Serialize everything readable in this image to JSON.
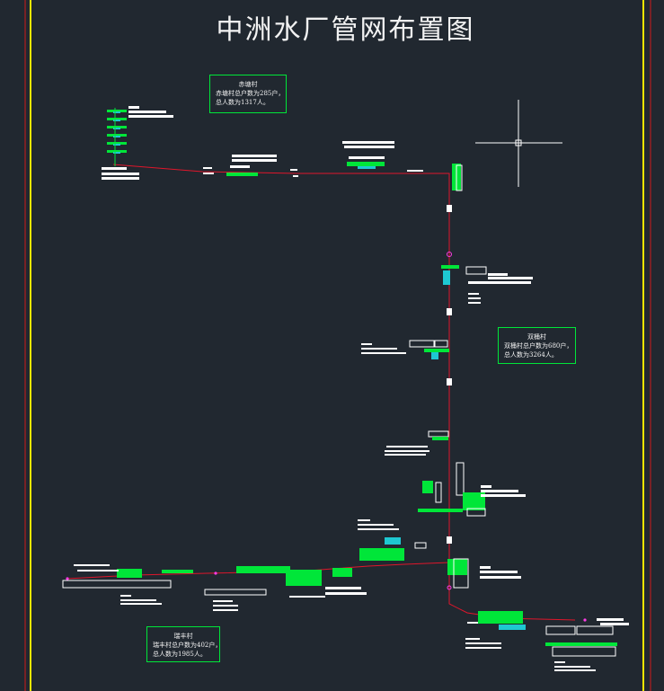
{
  "title": "中洲水厂管网布置图",
  "colors": {
    "background": "#212830",
    "pipe": "#e0162b",
    "equipment": "#00e639",
    "equipment_alt": "#1ec8d2",
    "annotation": "#ffffff",
    "border_yellow": "#f2e600",
    "border_red": "#d01a1a",
    "callout_border": "#00e639"
  },
  "villages": [
    {
      "name": "赤塘村",
      "households": "赤塘村总户数为285户，",
      "population": "总人数为1317人。"
    },
    {
      "name": "双桶村",
      "households": "双桶村总户数为680户，",
      "population": "总人数为3264人。"
    },
    {
      "name": "瑞丰村",
      "households": "瑞丰村总户数为402户，",
      "population": "总人数为1985人。"
    }
  ],
  "crosshair": "cursor-crosshair-icon"
}
